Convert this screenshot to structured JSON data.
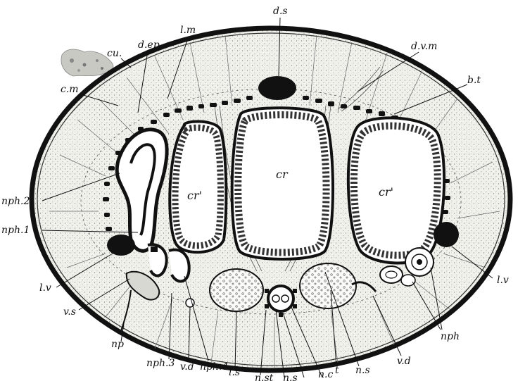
{
  "labels": {
    "ds": "d.s",
    "ep": "d.ep",
    "lm": "l.m",
    "cu": "cu.",
    "cm": "c.m",
    "dvm": "d.v.m",
    "bt": "b.t",
    "cr_left": "cr'",
    "cr_mid": "cr",
    "cr_right": "cr'",
    "nph2": "nph.2",
    "nph1": "nph.1",
    "lv_left": "l.v",
    "lv_right": "l.v",
    "vs": "v.s",
    "np": "np",
    "nph3": "nph.3",
    "vd_left": "v.d",
    "nph4": "nph.4",
    "ls": "l.s",
    "nst": "n.st",
    "ns_bottom": "n.s",
    "nc": "n.c",
    "t": "t",
    "ns_right": "n.s",
    "vd_right": "v.d",
    "nph": "nph"
  },
  "colors": {
    "ink": "#111111",
    "tissue": "#f4f4f0",
    "muscle": "#e6e6e0",
    "background": "#ffffff"
  }
}
